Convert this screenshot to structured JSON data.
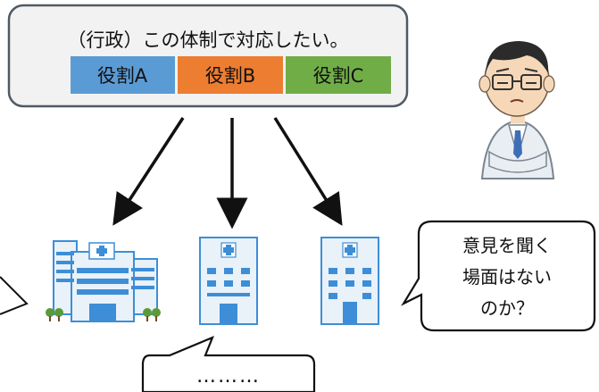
{
  "policy_box": {
    "title": "（行政）この体制で対応したい。",
    "roles": [
      {
        "label": "役割A",
        "color": "#5b9bd5"
      },
      {
        "label": "役割B",
        "color": "#ed7d31"
      },
      {
        "label": "役割C",
        "color": "#70ad47"
      }
    ]
  },
  "hospitals": [
    {
      "name": "large-hospital"
    },
    {
      "name": "medium-hospital"
    },
    {
      "name": "clinic"
    }
  ],
  "speech_right": {
    "lines": [
      "意見を聞く",
      "場面はない",
      "のか？"
    ]
  },
  "speech_bottom": {
    "text": "………"
  },
  "colors": {
    "box_fill": "#f2f2f2",
    "box_stroke": "#505a63",
    "building_blue": "#3d8ed6",
    "building_light": "#e9f1f9",
    "arrow": "#111111"
  }
}
